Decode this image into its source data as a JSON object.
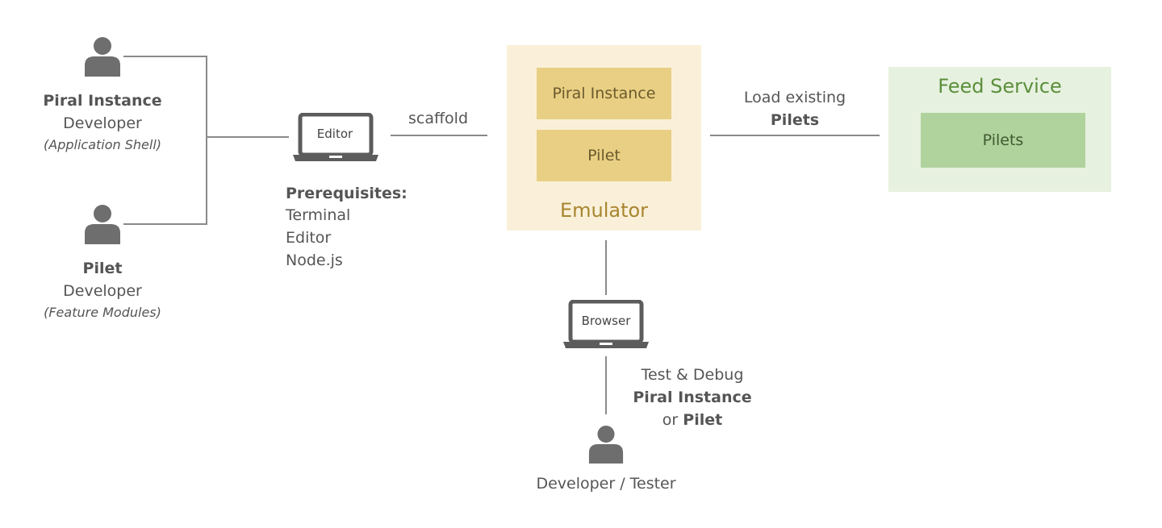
{
  "actors": {
    "piral": {
      "role": "Piral Instance",
      "title": "Developer",
      "subtitle": "(Application Shell)"
    },
    "pilet": {
      "role": "Pilet",
      "title": "Developer",
      "subtitle": "(Feature Modules)"
    },
    "tester": {
      "title": "Developer / Tester"
    }
  },
  "editor": {
    "screen_label": "Editor",
    "prereq_heading": "Prerequisites:",
    "prereq_items": [
      "Terminal",
      "Editor",
      "Node.js"
    ]
  },
  "edge_labels": {
    "scaffold": "scaffold",
    "load_line1": "Load existing",
    "load_line2": "Pilets",
    "test_line1": "Test & Debug",
    "test_line2": "Piral Instance",
    "test_line3_prefix": "or ",
    "test_line3_bold": "Pilet"
  },
  "emulator": {
    "title": "Emulator",
    "inner1": "Piral Instance",
    "inner2": "Pilet"
  },
  "feed": {
    "title": "Feed Service",
    "inner": "Pilets"
  },
  "browser": {
    "screen_label": "Browser"
  },
  "colors": {
    "emulator_bg": "#faf0d9",
    "emulator_inner": "#e8cf83",
    "emulator_title": "#a8862f",
    "feed_bg": "#e7f1df",
    "feed_inner": "#b0d39d",
    "feed_title": "#5b8f3c",
    "icon": "#6e6e6e"
  }
}
